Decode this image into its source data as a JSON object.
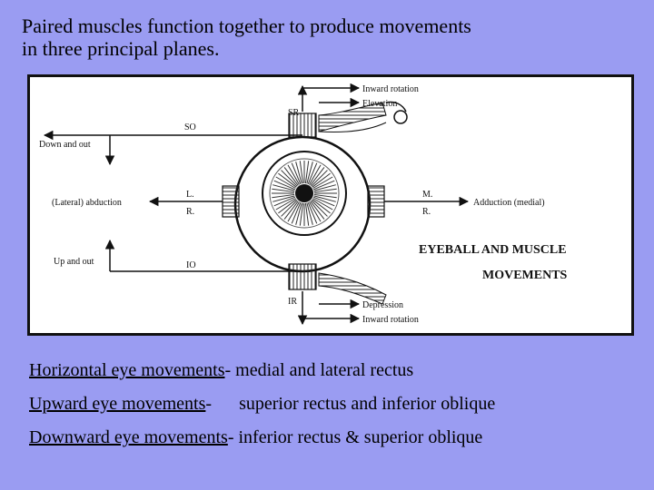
{
  "slide": {
    "title_line1": "Paired muscles function together to produce movements",
    "title_line2": "in three principal planes."
  },
  "diagram": {
    "labels": {
      "inward_rotation_top": "Inward rotation",
      "elevation": "Elevation",
      "sr": "SR",
      "so": "SO",
      "down_and_out": "Down and out",
      "lateral_abduction": "(Lateral)  abduction",
      "l": "L.",
      "r_left": "R.",
      "m": "M.",
      "r_right": "R.",
      "adduction": "Adduction  (medial)",
      "eyeball_and_muscle": "EYEBALL  AND  MUSCLE",
      "movements": "MOVEMENTS",
      "up_and_out": "Up and out",
      "io": "IO",
      "ir": "IR",
      "depression": "Depression",
      "inward_rotation_bottom": "Inward rotation"
    }
  },
  "notes": [
    {
      "term": "Horizontal eye movements",
      "sep": "-",
      "desc": " medial and lateral rectus"
    },
    {
      "term": "Upward eye movements",
      "sep": "-",
      "desc": "superior rectus and inferior oblique"
    },
    {
      "term": "Downward eye movements",
      "sep": "-",
      "desc": " inferior rectus & superior oblique"
    }
  ]
}
